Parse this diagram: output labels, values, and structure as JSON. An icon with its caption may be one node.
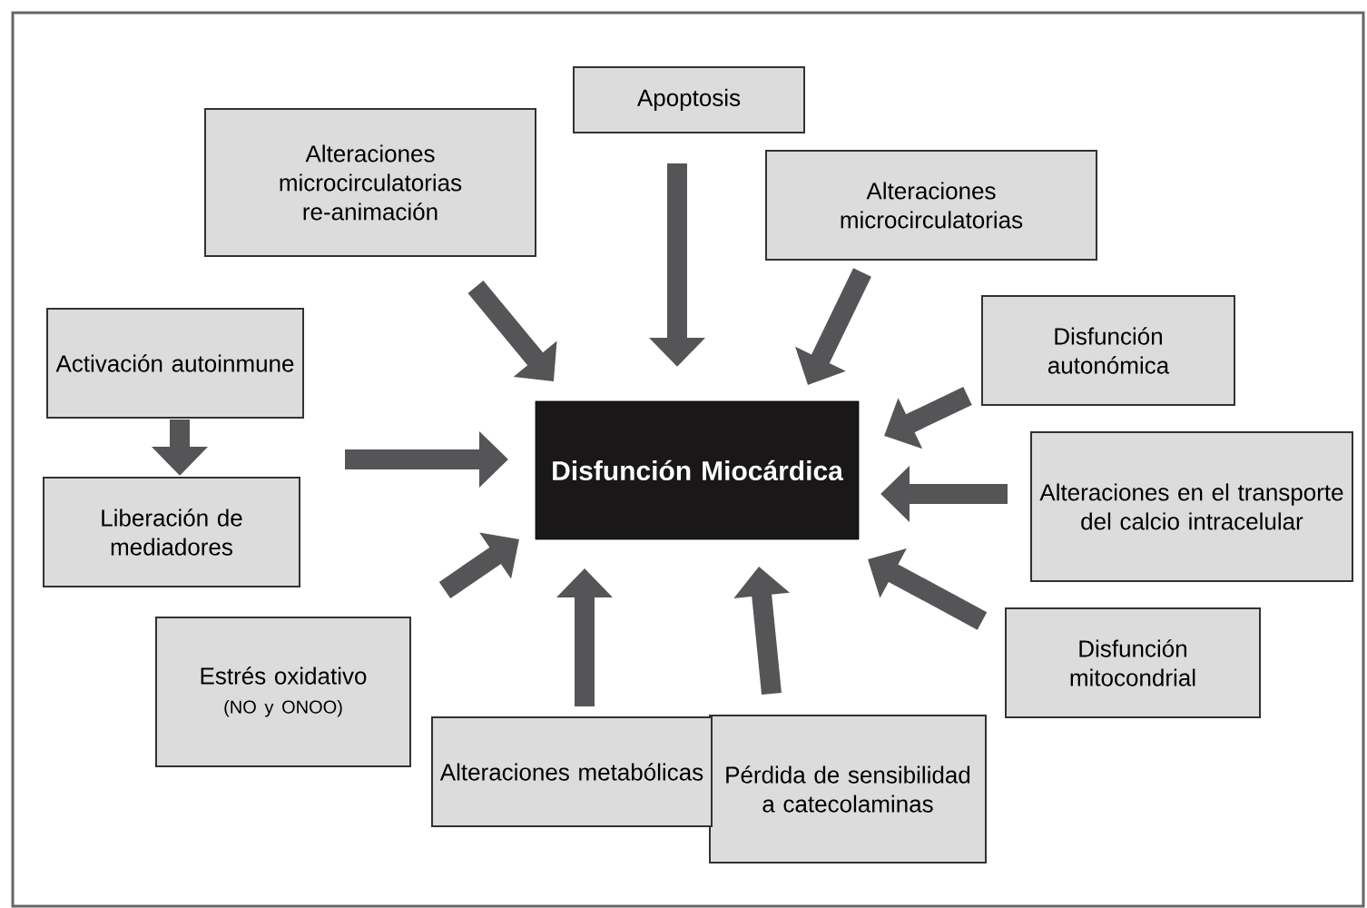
{
  "diagram": {
    "nodes": [
      {
        "text": [
          "Disfunción Miocárdica"
        ]
      },
      {
        "text": [
          "Apoptosis"
        ]
      },
      {
        "text": [
          "Alteraciones microcirculatorias re-animación"
        ]
      },
      {
        "text": [
          "Alteraciones microcirculatorias"
        ]
      },
      {
        "text": [
          "Disfunción autonómica"
        ]
      },
      {
        "text": [
          "Alteraciones en el transporte del calcio intracelular"
        ]
      },
      {
        "text": [
          "Disfunción mitocondrial"
        ]
      },
      {
        "text": [
          "Pérdida de sensibilidad a catecolaminas"
        ]
      },
      {
        "text": [
          "Alteraciones metabólicas"
        ]
      },
      {
        "text": [
          "Estrés oxidativo",
          "(NO y ONOO)"
        ]
      },
      {
        "text": [
          "Activación autoinmune"
        ]
      },
      {
        "text": [
          "Liberación de mediadores"
        ]
      }
    ],
    "edges": [
      {
        "from": 1,
        "to": 0,
        "arrow": "to"
      },
      {
        "from": 2,
        "to": 0,
        "arrow": "to"
      },
      {
        "from": 3,
        "to": 0,
        "arrow": "to"
      },
      {
        "from": 4,
        "to": 0,
        "arrow": "to"
      },
      {
        "from": 5,
        "to": 0,
        "arrow": "to"
      },
      {
        "from": 6,
        "to": 0,
        "arrow": "to"
      },
      {
        "from": 7,
        "to": 0,
        "arrow": "to"
      },
      {
        "from": 8,
        "to": 0,
        "arrow": "to"
      },
      {
        "from": 9,
        "to": 0,
        "arrow": "to"
      },
      {
        "from": 11,
        "to": 0,
        "arrow": "to"
      },
      {
        "from": 10,
        "to": 11,
        "arrow": "to"
      }
    ]
  }
}
